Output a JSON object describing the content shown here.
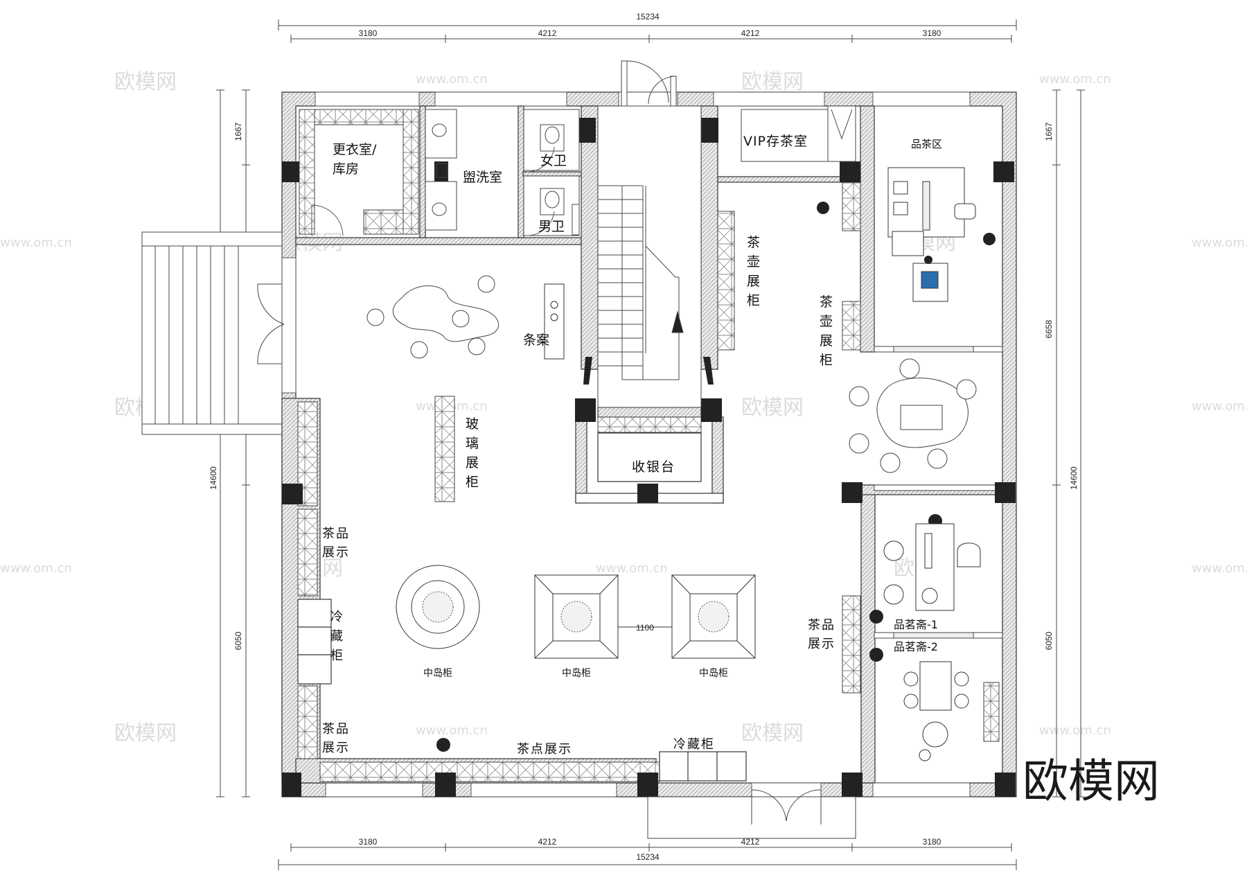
{
  "dimensions": {
    "top_total": "15234",
    "top_segments": [
      "3180",
      "4212",
      "4212",
      "3180"
    ],
    "bottom_total": "15234",
    "bottom_segments": [
      "3180",
      "4212",
      "4212",
      "3180"
    ],
    "left_segments": [
      "1667",
      "6658",
      "6050"
    ],
    "left_total": "14600",
    "right_segments": [
      "1667",
      "6658",
      "6050"
    ],
    "right_total": "14600",
    "interior_gap": "1100"
  },
  "rooms": {
    "changing": "更衣室/",
    "storage": "库房",
    "washroom": "盥洗室",
    "female_wc": "女卫",
    "male_wc": "男卫",
    "vip_storage": "VIP存茶室",
    "tasting_area": "品茶区",
    "teapot_cabinet_1": [
      "茶",
      "壶",
      "展",
      "柜"
    ],
    "teapot_cabinet_2": [
      "茶",
      "壶",
      "展",
      "柜"
    ],
    "long_table": "条案",
    "glass_cabinet": [
      "玻",
      "璃",
      "展",
      "柜"
    ],
    "cashier": "收银台",
    "tea_display_1": [
      "茶品",
      "展示"
    ],
    "tea_display_2": [
      "茶品",
      "展示"
    ],
    "tea_display_3": [
      "茶品",
      "展示"
    ],
    "fridge_left": [
      "冷",
      "藏",
      "柜"
    ],
    "fridge_bottom": "冷藏柜",
    "snack_display": "茶点展示",
    "tea_room_1": "品茗斋-1",
    "tea_room_2": "品茗斋-2",
    "island_1": "中岛柜",
    "island_2": "中岛柜",
    "island_3": "中岛柜"
  },
  "watermark": {
    "text_cn": "欧模网",
    "text_url": "www.om.cn",
    "brand": "欧模网"
  },
  "colors": {
    "wall_fill": "#d9d9d9",
    "column_fill": "#222222",
    "line": "#333333"
  }
}
